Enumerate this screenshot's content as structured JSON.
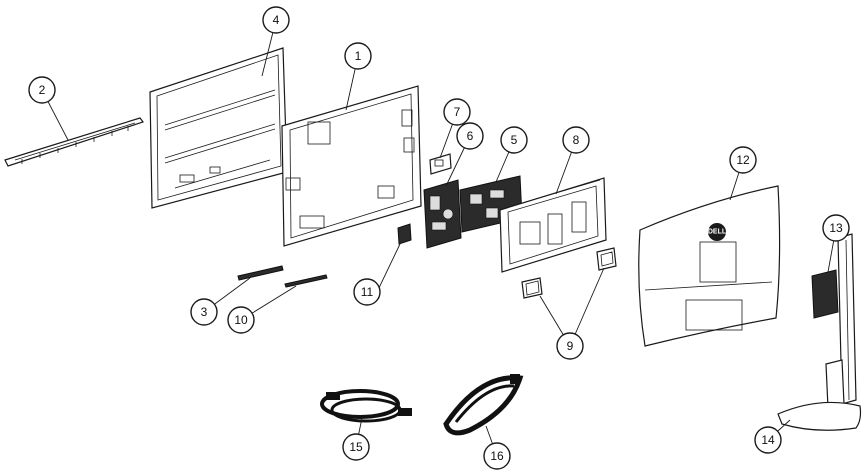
{
  "diagram": {
    "callouts": [
      {
        "id": "c1",
        "label": "1"
      },
      {
        "id": "c2",
        "label": "2"
      },
      {
        "id": "c3",
        "label": "3"
      },
      {
        "id": "c4",
        "label": "4"
      },
      {
        "id": "c5",
        "label": "5"
      },
      {
        "id": "c6",
        "label": "6"
      },
      {
        "id": "c7",
        "label": "7"
      },
      {
        "id": "c8",
        "label": "8"
      },
      {
        "id": "c9",
        "label": "9"
      },
      {
        "id": "c10",
        "label": "10"
      },
      {
        "id": "c11",
        "label": "11"
      },
      {
        "id": "c12",
        "label": "12"
      },
      {
        "id": "c13",
        "label": "13"
      },
      {
        "id": "c14",
        "label": "14"
      },
      {
        "id": "c15",
        "label": "15"
      },
      {
        "id": "c16",
        "label": "16"
      }
    ],
    "logo_text": "DELL"
  },
  "colors": {
    "line": "#1a1a1a",
    "background": "#ffffff"
  }
}
